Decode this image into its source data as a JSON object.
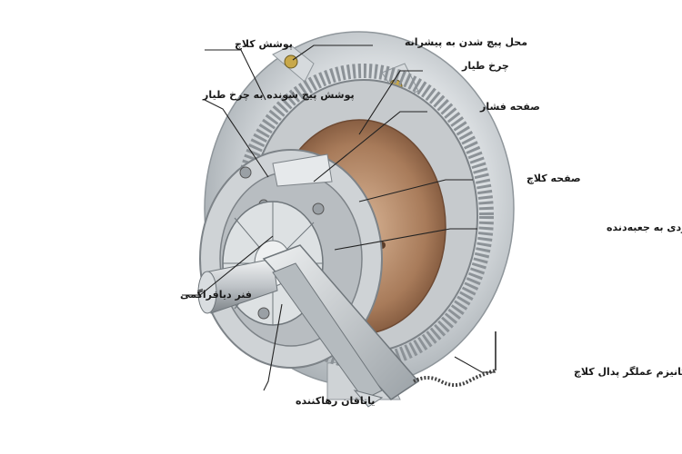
{
  "labels": {
    "bolt_mount": "محل پیچ شدن به پیشرانه",
    "clutch_cover": "پوشش کلاچ",
    "flywheel": "چرخ طیار",
    "cover_bolted": "پوشش پیچ شونده به چرخ طیار",
    "pressure_plate": "صفحه فشار",
    "clutch_disc": "صفحه کلاچ",
    "input_shaft": "محور ورودی به جعبه‌دنده",
    "diaphragm_spring": "فنر دیافراگمی",
    "release_mechanism": "مکانیزم عملگر پدال کلاچ",
    "release_bearing": "یاتاقان رهاکننده"
  },
  "colors": {
    "housing": "#dfe3e6",
    "housing_shadow": "#a9b0b5",
    "flywheel_teeth": "#8c9297",
    "clutch_disc": "#b58a6a",
    "pressure_plate": "#c9cdd0",
    "line": "#222222"
  }
}
